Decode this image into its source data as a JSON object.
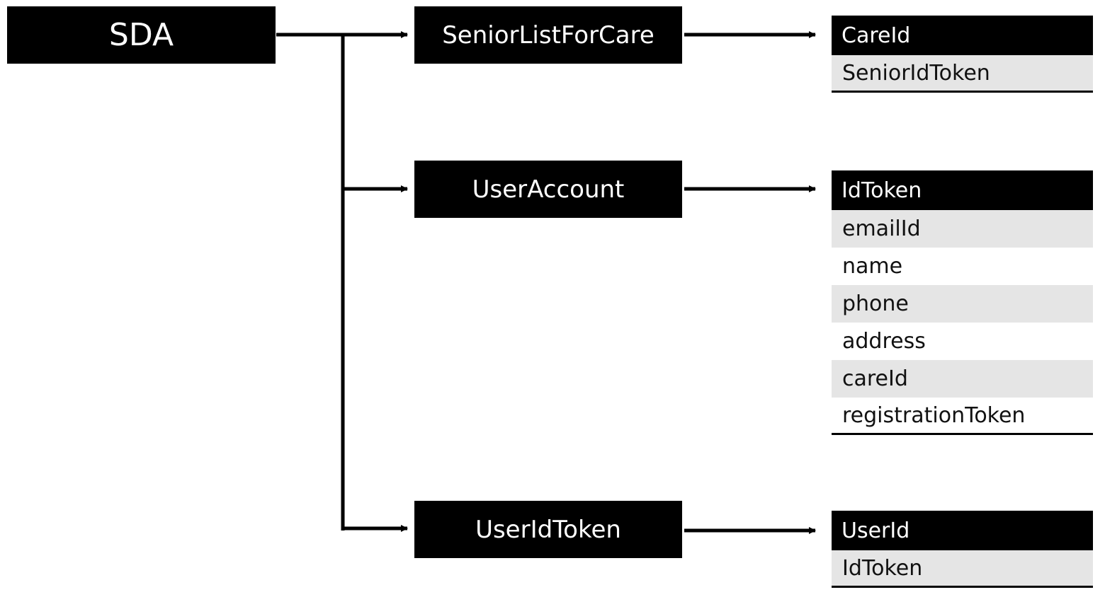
{
  "root": {
    "label": "SDA"
  },
  "entities": [
    {
      "label": "SeniorListForCare",
      "table": {
        "header": "CareId",
        "fields": [
          "SeniorIdToken"
        ]
      }
    },
    {
      "label": "UserAccount",
      "table": {
        "header": "IdToken",
        "fields": [
          "emailId",
          "name",
          "phone",
          "address",
          "careId",
          "registrationToken"
        ]
      }
    },
    {
      "label": "UserIdToken",
      "table": {
        "header": "UserId",
        "fields": [
          "IdToken"
        ]
      }
    }
  ],
  "colors": {
    "box_fill": "#000000",
    "box_text": "#ffffff",
    "row_shade": "#e5e5e5",
    "connector": "#000000"
  }
}
